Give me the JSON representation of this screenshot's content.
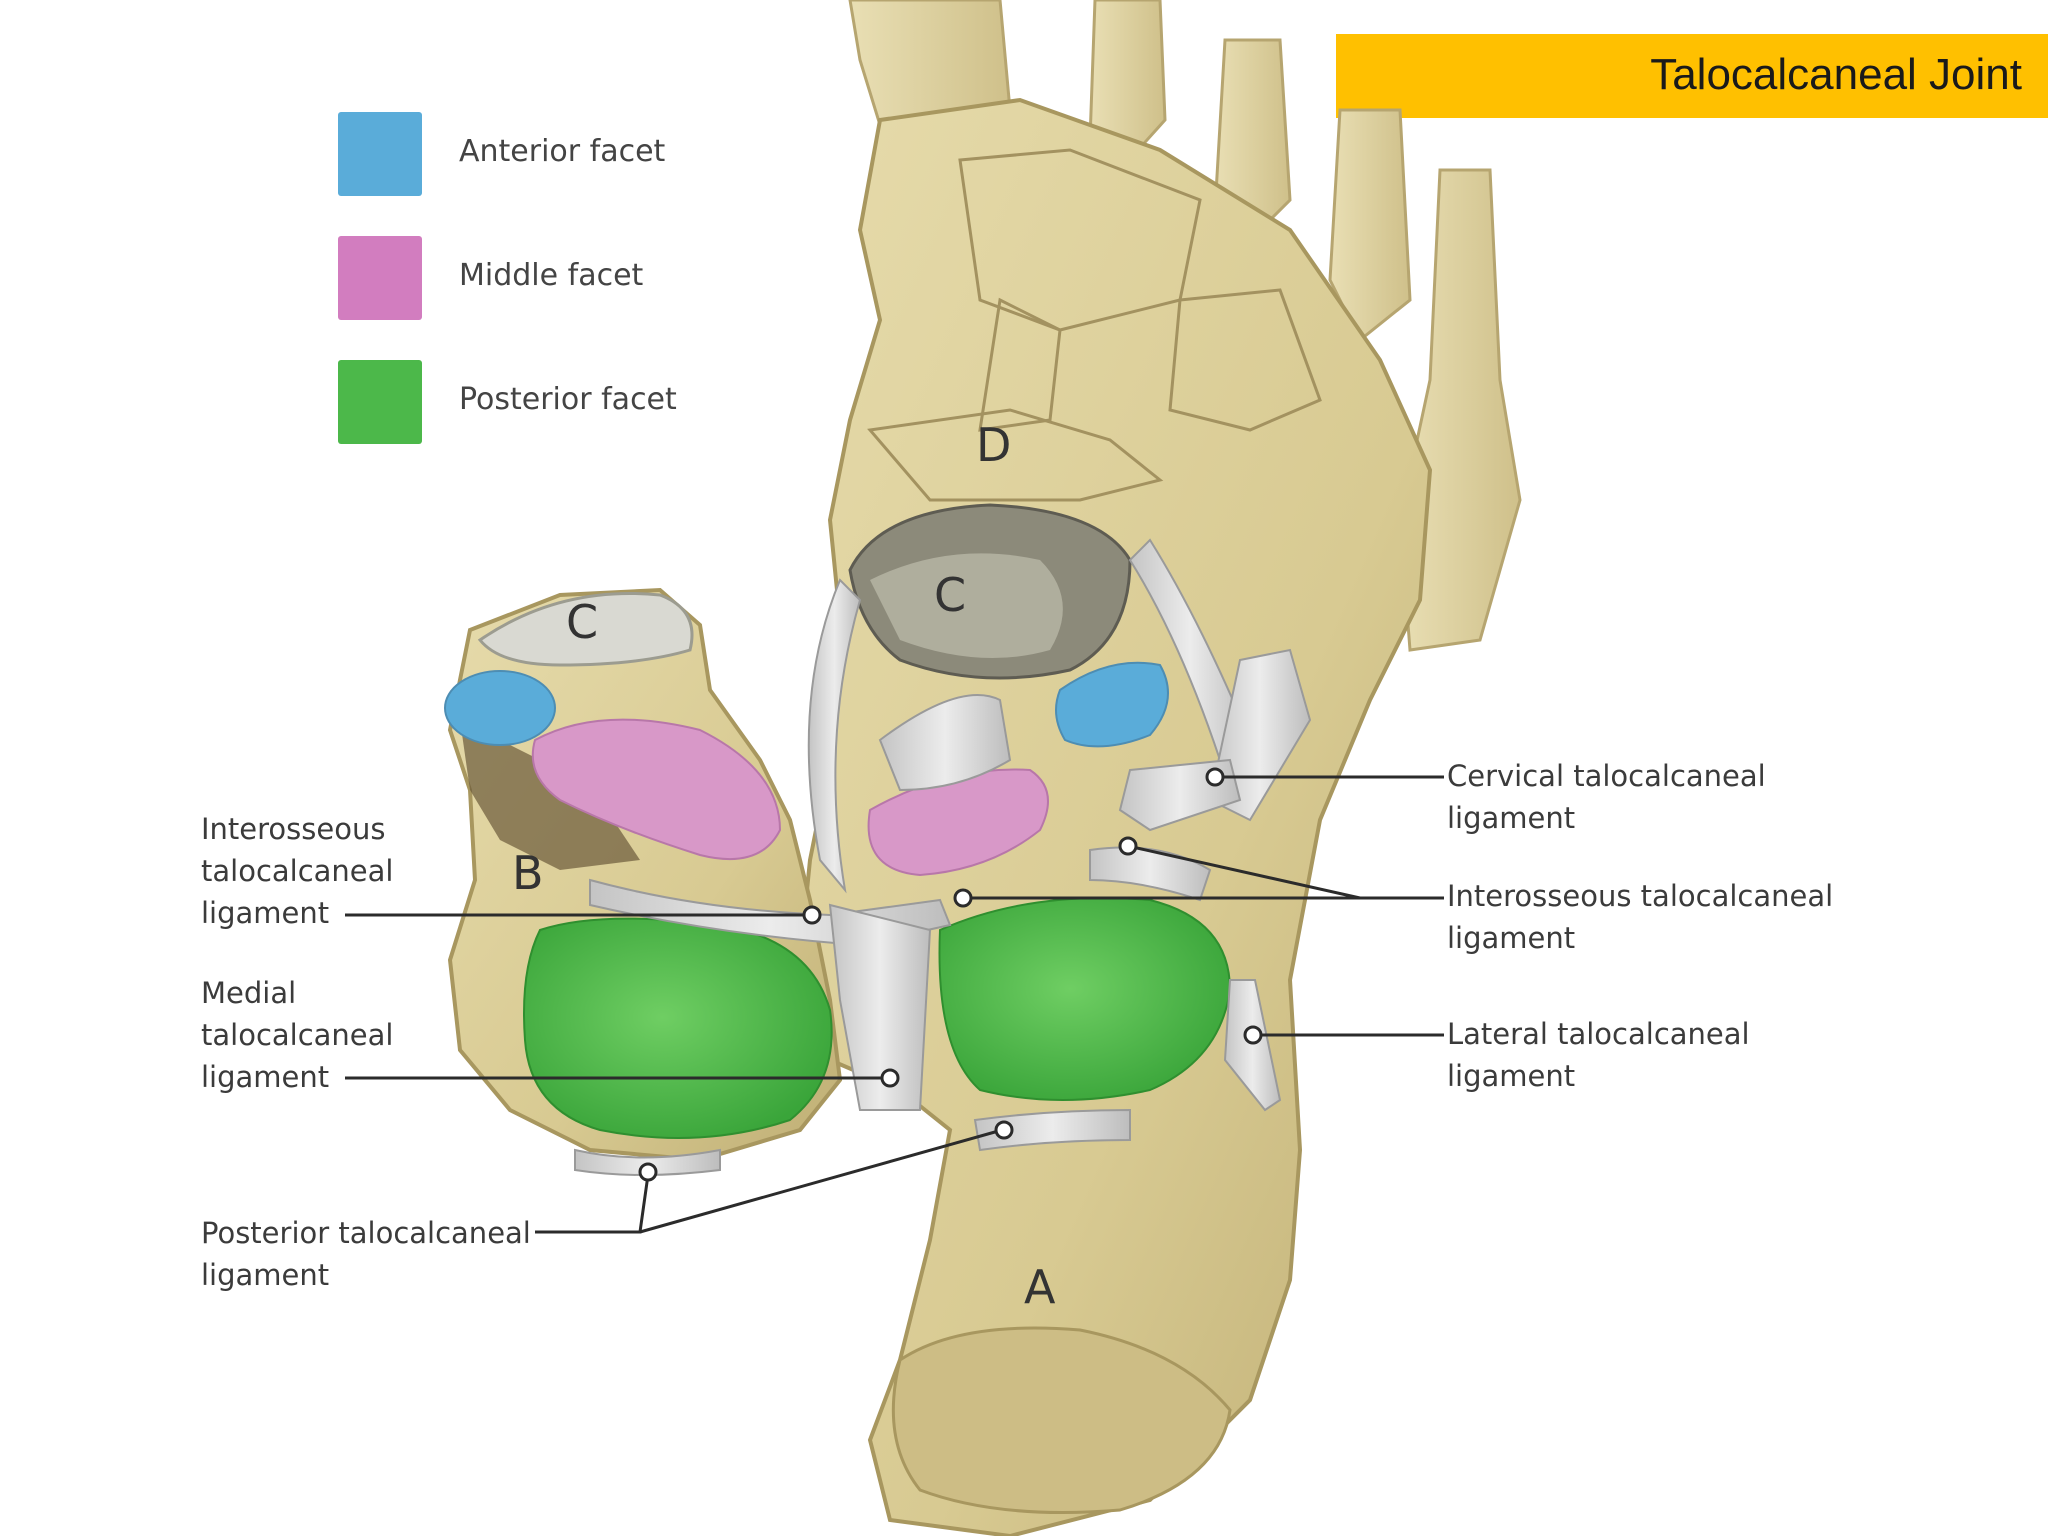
{
  "title": "Talocalcaneal Joint",
  "legend": [
    {
      "label": "Anterior facet",
      "color": "#5aacd9"
    },
    {
      "label": "Middle facet",
      "color": "#d27dbf"
    },
    {
      "label": "Posterior facet",
      "color": "#4cb84a"
    }
  ],
  "bone_letters": {
    "a": "A",
    "b": "B",
    "c_left": "C",
    "c_right": "C",
    "d": "D"
  },
  "labels": {
    "interosseous_left": [
      "Interosseous",
      "talocalcaneal",
      "ligament"
    ],
    "medial": [
      "Medial",
      "talocalcaneal",
      "ligament"
    ],
    "posterior": [
      "Posterior talocalcaneal",
      "ligament"
    ],
    "cervical": [
      "Cervical talocalcaneal",
      "ligament"
    ],
    "interosseous_right": [
      "Interosseous talocalcaneal",
      "ligament"
    ],
    "lateral": [
      "Lateral talocalcaneal",
      "ligament"
    ]
  },
  "colors": {
    "bone": "#ddd09c",
    "bone_shadow": "#b8a872",
    "ligament": "#dcdcdc",
    "accent": "#ffc000"
  }
}
